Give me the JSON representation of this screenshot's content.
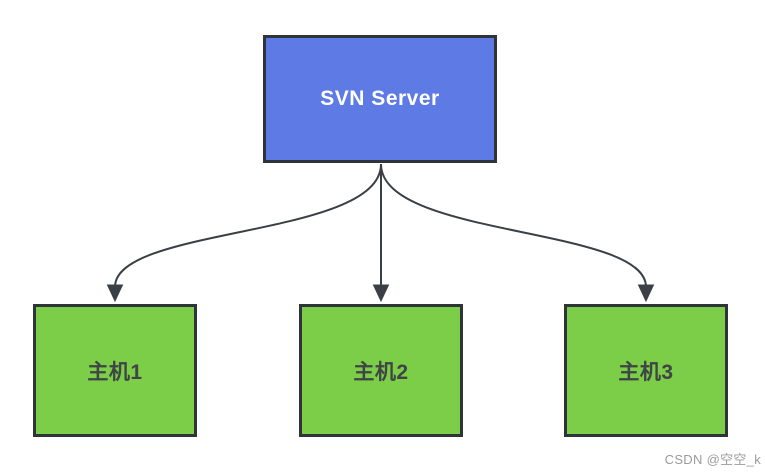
{
  "diagram": {
    "nodes": {
      "server": {
        "label": "SVN Server"
      },
      "hosts": [
        {
          "label": "主机1"
        },
        {
          "label": "主机2"
        },
        {
          "label": "主机3"
        }
      ]
    },
    "edges": [
      {
        "from": "SVN Server",
        "to": "主机1"
      },
      {
        "from": "SVN Server",
        "to": "主机2"
      },
      {
        "from": "SVN Server",
        "to": "主机3"
      }
    ],
    "watermark": "CSDN @空空_k",
    "colors": {
      "canvas-bg": "#ffffff",
      "server-fill": "#5d7ae5",
      "server-text": "#ffffff",
      "host-fill": "#7ccd47",
      "host-text": "#3f4447",
      "node-border": "#2e343a",
      "arrow": "#3a4045",
      "watermark": "#9b9b9b"
    }
  }
}
